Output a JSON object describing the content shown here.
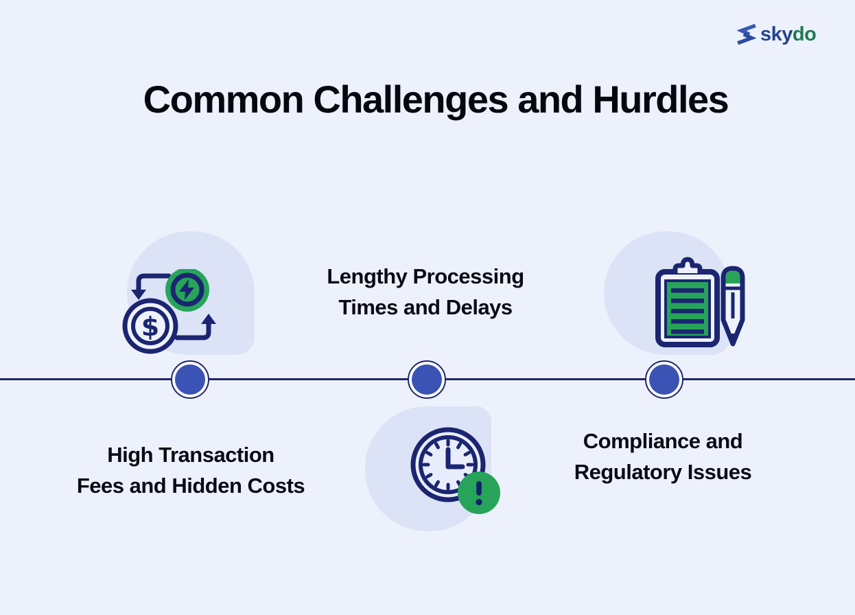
{
  "brand": {
    "logo_icon": "skydo-chevron-icon",
    "name_primary": "sky",
    "name_secondary": "do"
  },
  "title": "Common Challenges and Hurdles",
  "timeline": {
    "node_count": 3,
    "items": [
      {
        "label": "High Transaction\nFees and Hidden Costs",
        "icon": "currency-exchange-icon",
        "icon_position": "above-line",
        "label_position": "below-line"
      },
      {
        "label": "Lengthy Processing\nTimes and Delays",
        "icon": "clock-delay-icon",
        "icon_position": "below-line",
        "label_position": "above-line"
      },
      {
        "label": "Compliance and\nRegulatory Issues",
        "icon": "clipboard-pencil-icon",
        "icon_position": "above-line",
        "label_position": "below-line"
      }
    ]
  },
  "icons": {
    "dollar_sign": "$"
  },
  "colors": {
    "background": "#edf1fb",
    "blob": "#dce3f7",
    "navy": "#1b2570",
    "green": "#27a45a",
    "node_blue": "#3a53b4",
    "text": "#0a0a16",
    "logo_blue": "#25418e",
    "logo_green": "#1f7a50"
  }
}
